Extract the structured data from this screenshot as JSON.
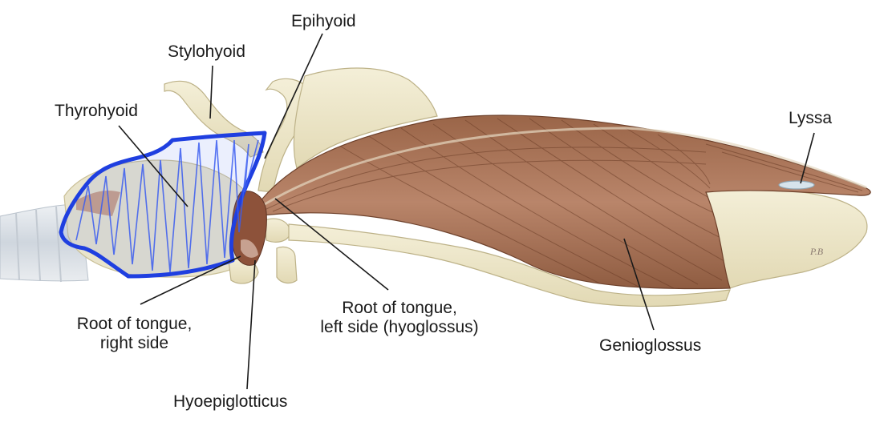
{
  "labels": {
    "epihyoid": "Epihyoid",
    "stylohyoid": "Stylohyoid",
    "thyrohyoid": "Thyrohyoid",
    "lyssa": "Lyssa",
    "root_right_line1": "Root of tongue,",
    "root_right_line2": "right side",
    "root_left_line1": "Root of tongue,",
    "root_left_line2": "left side (hyoglossus)",
    "genioglossus": "Genioglossus",
    "hyoepiglotticus": "Hyoepiglotticus"
  },
  "colors": {
    "bone": "#efe9cf",
    "bone_shadow": "#d8cfa8",
    "muscle": "#a87556",
    "muscle_dark": "#7a4a32",
    "muscle_light": "#c9987a",
    "highlight_outline": "#1f3fe0",
    "highlight_hatch": "#3a5cf0",
    "trachea": "#dfe4ea",
    "signature": "#8a7a70"
  },
  "signature": "P.B"
}
